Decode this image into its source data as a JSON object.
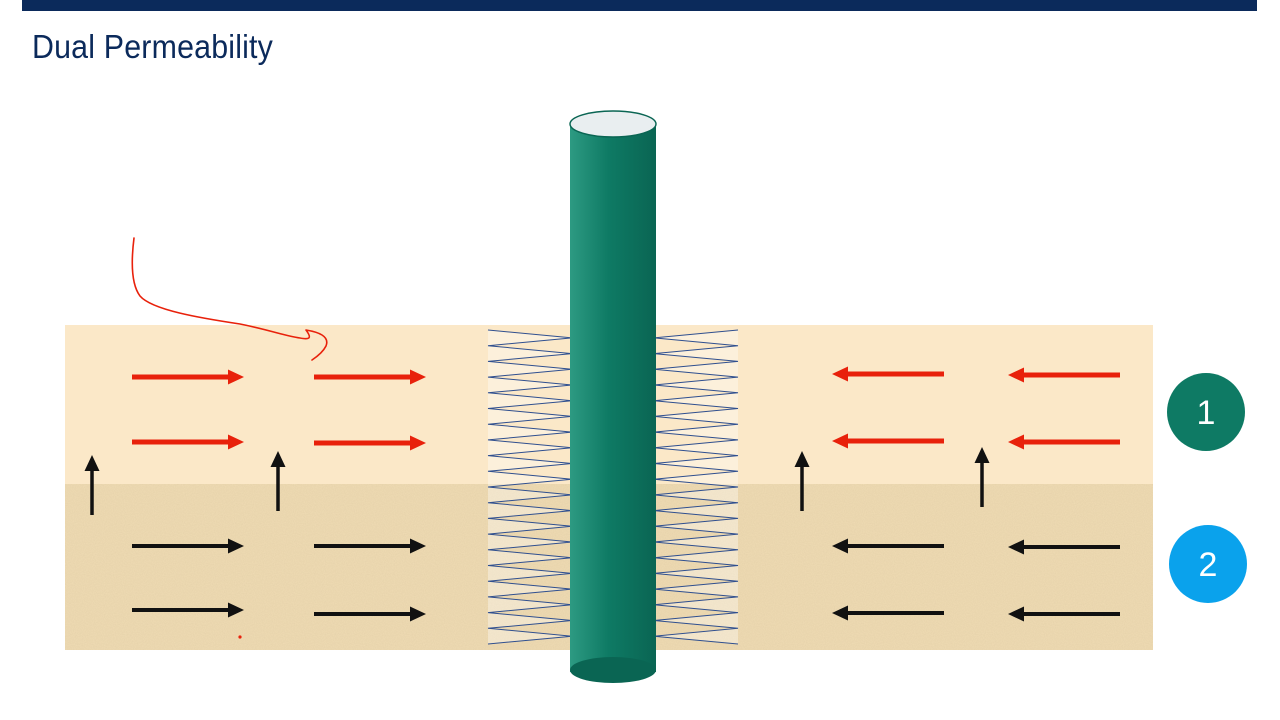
{
  "slide": {
    "title": "Dual Permeability",
    "accent_color": "#0b2a5b"
  },
  "diagram": {
    "layers": [
      {
        "id": "1",
        "label": "1",
        "badge_color": "#0e7a64",
        "fill_color": "#fbe8c8",
        "flow_arrow_color": "#e8210b"
      },
      {
        "id": "2",
        "label": "2",
        "badge_color": "#0aa2ec",
        "fill_color": "#f0dcb4",
        "flow_arrow_color": "#111111"
      }
    ],
    "wellbore_color": "#0e7a64",
    "perforation_color": "#2f4f8f",
    "crossflow_arrow_color": "#111111",
    "annotation_color": "#e8210b",
    "icons": [
      "wellbore-icon",
      "perforation-icon",
      "arrow-icon"
    ]
  }
}
